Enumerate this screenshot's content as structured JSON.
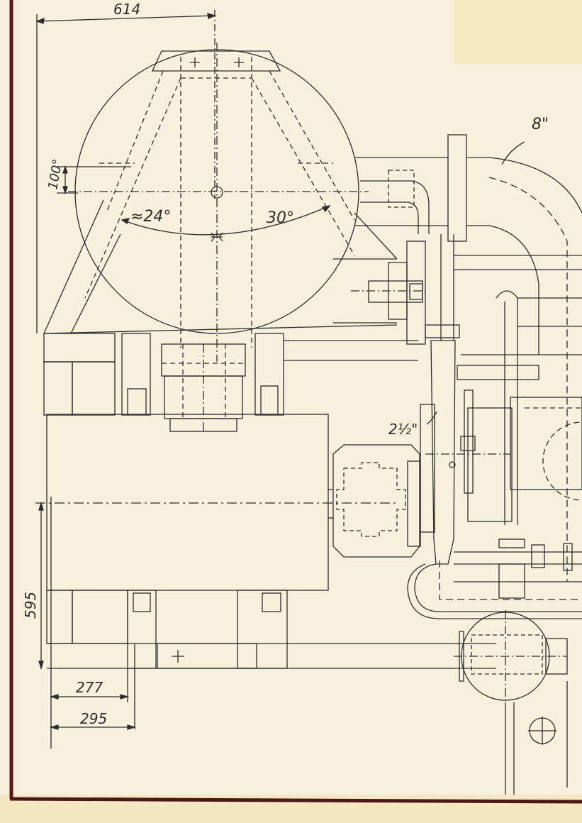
{
  "drawing": {
    "dimensions": {
      "top_width": "614",
      "offset_100": "100°",
      "angle_left": "≈24°",
      "angle_right": "30°",
      "pipe_large": "8\"",
      "pipe_small": "2½\"",
      "height_595": "595",
      "base_277": "277",
      "base_295": "295"
    },
    "colors": {
      "paper": "#f6f0dc",
      "ink": "#2c2c2c",
      "border": "#5a1818"
    }
  }
}
